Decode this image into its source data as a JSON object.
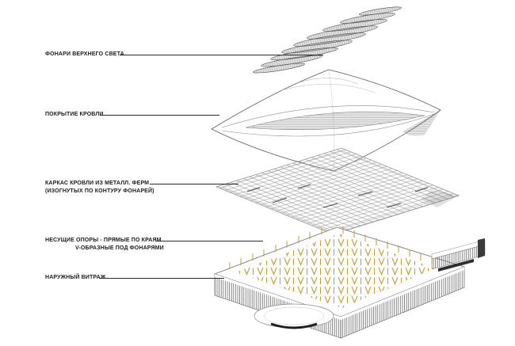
{
  "colors": {
    "background": "#ffffff",
    "linework": "#4a4a4a",
    "support_gold": "#bfa03a"
  },
  "labels": {
    "skylights": {
      "text": "ФОНАРИ ВЕРХНЕГО СВЕТА"
    },
    "roof_cover": {
      "text": "ПОКРЫТИЕ КРОВЛИ"
    },
    "frame": {
      "line1": "КАРКАС КРОВЛИ ИЗ МЕТАЛЛ. ФЕРМ",
      "line2": "(ИЗОГНУТЫХ ПО КОНТУРУ ФОНАРЕЙ)"
    },
    "supports": {
      "line1": "НЕСУЩИЕ ОПОРЫ - ПРЯМЫЕ ПО КРАЯМ",
      "line2": "V-ОБРАЗНЫЕ ПОД ФОНАРЯМИ"
    },
    "glazing": {
      "text": "НАРУЖНЫЙ ВИТРАЖ"
    }
  }
}
